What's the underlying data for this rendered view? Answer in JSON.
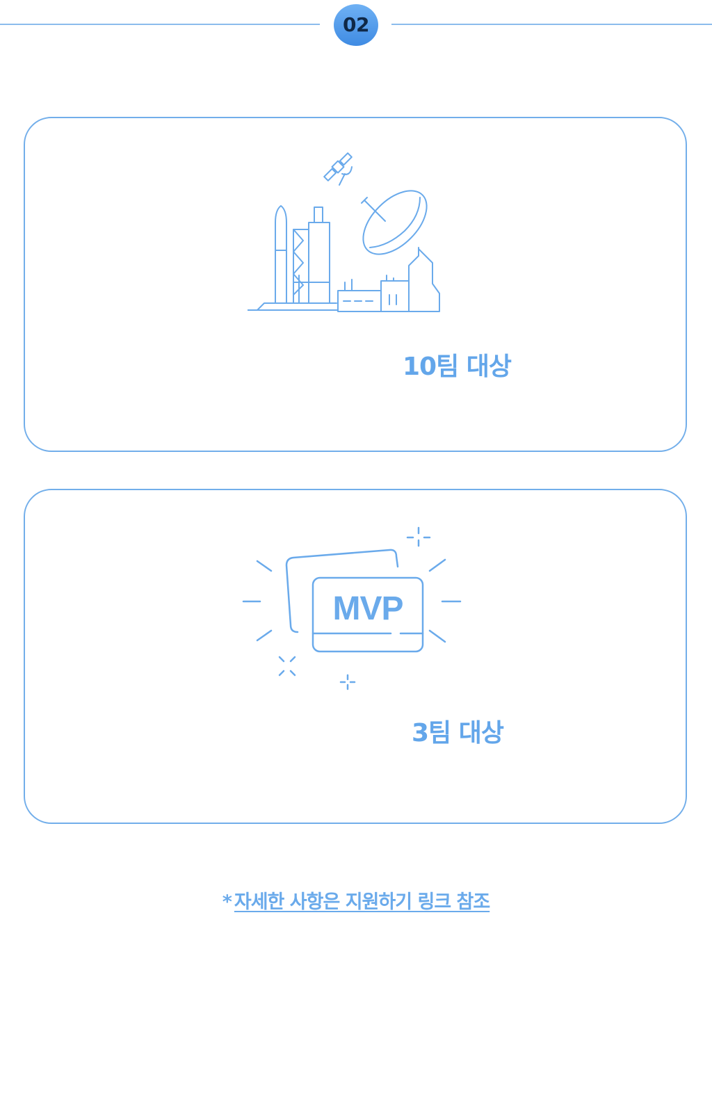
{
  "step": {
    "number": "02"
  },
  "cards": [
    {
      "icon": "rocket-launch-site-with-satellite-dish-icon",
      "title": "10팀 대상"
    },
    {
      "icon": "mvp-card-icon",
      "icon_text": "MVP",
      "title": "3팀 대상"
    }
  ],
  "footnote": {
    "star": "*",
    "link_text": "자세한 사항은 지원하기 링크 참조"
  },
  "colors": {
    "accent": "#63a6ea",
    "line": "#72aeea",
    "badge_top": "#6fb1f4",
    "badge_bottom": "#3f8be3",
    "badge_text": "#0f2847"
  }
}
